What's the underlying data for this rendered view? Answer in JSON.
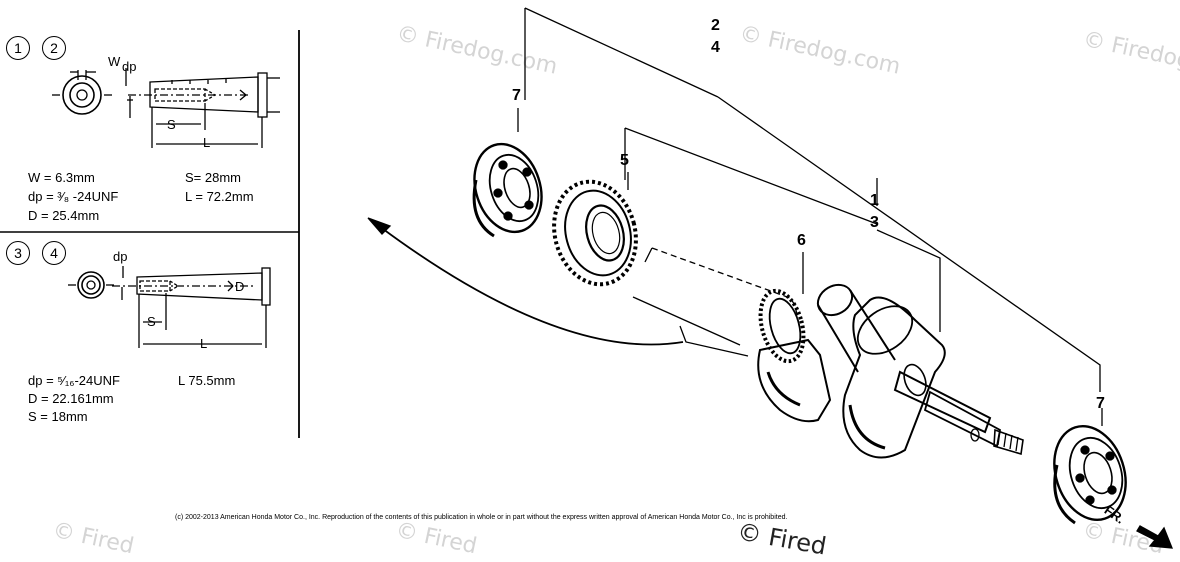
{
  "watermarks": [
    "© Firedog.com",
    "© Firedog.com",
    "© Firedog",
    "© Fired",
    "© Fired",
    "© Fired",
    "© Fired"
  ],
  "copyright": "(c) 2002-2013 American Honda Motor Co., Inc. Reproduction of the contents of this publication in whole or in part without the express written approval of American Honda Motor Co., Inc is prohibited.",
  "spec_block_a": {
    "ref_numbers": [
      "1",
      "2"
    ],
    "dim_labels": {
      "w": "W",
      "dp": "dp",
      "s": "S",
      "l": "L"
    },
    "specs": {
      "w": "W = 6.3mm",
      "s": "S= 28mm",
      "dp": "dp = ³⁄₈ -24UNF",
      "l": "L = 72.2mm",
      "d": "D = 25.4mm"
    }
  },
  "spec_block_b": {
    "ref_numbers": [
      "3",
      "4"
    ],
    "dim_labels": {
      "dp": "dp",
      "d": "D",
      "s": "S",
      "l": "L"
    },
    "specs": {
      "dp": "dp = ⁵⁄₁₆-24UNF",
      "l": "L  75.5mm",
      "d": "D = 22.161mm",
      "s": "S = 18mm"
    }
  },
  "callouts": {
    "n2": "2",
    "n4": "4",
    "n7a": "7",
    "n5": "5",
    "n1": "1",
    "n3": "3",
    "n6": "6",
    "n7b": "7"
  },
  "front_label": "FR."
}
